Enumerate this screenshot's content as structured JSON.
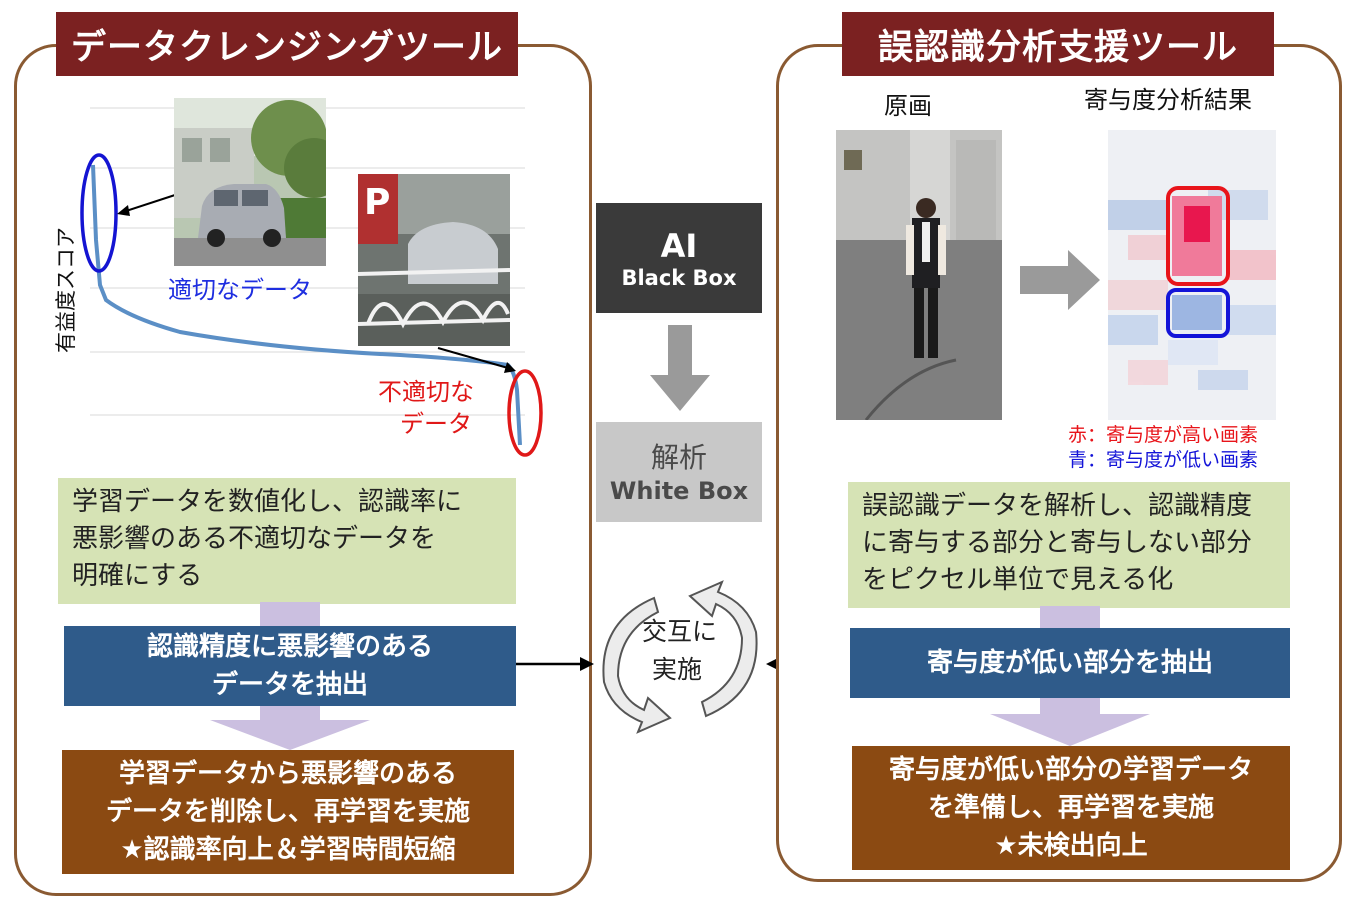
{
  "left": {
    "title": "データクレンジングツール",
    "ylabel": "有益度スコア",
    "label_good": "適切なデータ",
    "label_bad_line1": "不適切な",
    "label_bad_line2": "データ",
    "desc_lines": [
      "学習データを数値化し、認識率に",
      "悪影響のある不適切なデータを",
      "明確にする"
    ],
    "extract_lines": [
      "認識精度に悪影響のある",
      "データを抽出"
    ],
    "result_lines": [
      "学習データから悪影響のある",
      "データを削除し、再学習を実施",
      "★認識率向上＆学習時間短縮"
    ]
  },
  "center": {
    "ai_title": "AI",
    "ai_sub": "Black Box",
    "analysis_title": "解析",
    "analysis_sub": "White Box",
    "cycle_line1": "交互に",
    "cycle_line2": "実施"
  },
  "right": {
    "title": "誤認識分析支援ツール",
    "original_label": "原画",
    "result_label": "寄与度分析結果",
    "legend_high": "赤：寄与度が高い画素",
    "legend_low": "青：寄与度が低い画素",
    "desc_lines": [
      "誤認識データを解析し、認識精度",
      "に寄与する部分と寄与しない部分",
      "をピクセル単位で見える化"
    ],
    "extract_label": "寄与度が低い部分を抽出",
    "result_lines": [
      "寄与度が低い部分の学習データ",
      "を準備し、再学習を実施",
      "★未検出向上"
    ]
  },
  "colors": {
    "title_bg": "#7b2121",
    "panel_border": "#8a5a32",
    "green": "#d6e3b5",
    "blue": "#2f5b8a",
    "brown": "#8b4a12",
    "ai_box": "#3a3a3a",
    "analysis_box": "#c8c8c8"
  }
}
